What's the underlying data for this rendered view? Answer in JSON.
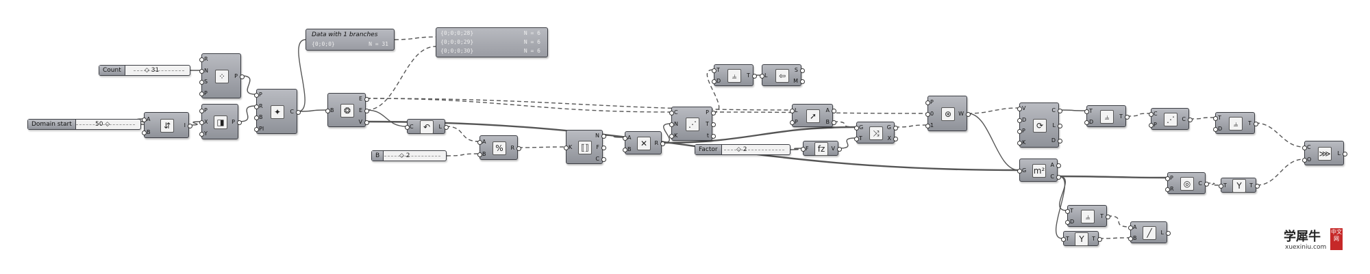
{
  "sliders": {
    "count": {
      "label": "Count",
      "value": "◇ 31"
    },
    "domain_start": {
      "label": "Domain start",
      "value": "50 ◇"
    },
    "b": {
      "label": "B",
      "value": "◇ 2"
    },
    "factor": {
      "label": "Factor",
      "value": "◇ 2"
    }
  },
  "panels": {
    "data": {
      "title": "Data with 1 branches",
      "path": "{0;0;0}",
      "count": "N = 31"
    },
    "tree": {
      "rows": [
        {
          "path": "{0;0;0;28}",
          "n": "N = 6"
        },
        {
          "path": "{0;0;0;29}",
          "n": "N = 6"
        },
        {
          "path": "{0;0;0;30}",
          "n": "N = 6"
        }
      ]
    }
  },
  "components": [
    {
      "id": "c_range",
      "icon": "⇵",
      "inputs": [
        "A",
        "B"
      ],
      "outputs": [
        "I"
      ]
    },
    {
      "id": "c_random",
      "icon": "⁘",
      "inputs": [
        "R",
        "N",
        "S",
        "P"
      ],
      "outputs": [
        "P"
      ]
    },
    {
      "id": "c_construct",
      "icon": "◨",
      "inputs": [
        "P",
        "X",
        "Y"
      ],
      "outputs": [
        "P"
      ]
    },
    {
      "id": "c_interp",
      "icon": "✦",
      "inputs": [
        "P",
        "R",
        "B",
        "PI"
      ],
      "outputs": [
        "C"
      ]
    },
    {
      "id": "c_explode",
      "icon": "❂",
      "inputs": [
        "B"
      ],
      "outputs": [
        "E",
        "E",
        "V"
      ]
    },
    {
      "id": "c_length",
      "icon": "↶",
      "inputs": [
        "C"
      ],
      "outputs": [
        "L"
      ]
    },
    {
      "id": "c_divide",
      "icon": "%",
      "inputs": [
        "A",
        "B"
      ],
      "outputs": [
        "R"
      ]
    },
    {
      "id": "c_series",
      "icon": "⟦⟧",
      "inputs": [
        "K"
      ],
      "outputs": [
        "N",
        "F",
        "C"
      ]
    },
    {
      "id": "c_mult",
      "icon": "✕",
      "inputs": [
        "A",
        "B"
      ],
      "outputs": [
        "R"
      ]
    },
    {
      "id": "c_divcrv",
      "icon": "⋰",
      "inputs": [
        "C",
        "N",
        "K"
      ],
      "outputs": [
        "P",
        "T",
        "t"
      ]
    },
    {
      "id": "c_tree1",
      "icon": "⫨",
      "inputs": [
        "T",
        "D"
      ],
      "outputs": [
        "T"
      ]
    },
    {
      "id": "c_list",
      "icon": "⇦",
      "inputs": [
        "L"
      ],
      "outputs": [
        "S",
        "M"
      ]
    },
    {
      "id": "c_closest",
      "icon": "➚",
      "inputs": [
        "L",
        "P"
      ],
      "outputs": [
        "A",
        "B"
      ]
    },
    {
      "id": "c_fx",
      "icon": "fz",
      "inputs": [
        "F"
      ],
      "outputs": [
        "V"
      ]
    },
    {
      "id": "c_graph",
      "icon": "⤨",
      "inputs": [
        "G",
        "T"
      ],
      "outputs": [
        "G",
        "X"
      ]
    },
    {
      "id": "c_weave",
      "icon": "⊛",
      "inputs": [
        "P",
        "0",
        "1"
      ],
      "outputs": [
        "W"
      ]
    },
    {
      "id": "c_loop",
      "icon": "⟳",
      "inputs": [
        "V",
        "D",
        "P",
        "K"
      ],
      "outputs": [
        "C",
        "L",
        "D"
      ]
    },
    {
      "id": "c_area",
      "icon": "m²",
      "inputs": [
        "G"
      ],
      "outputs": [
        "A",
        "C"
      ]
    },
    {
      "id": "c_tree2",
      "icon": "⫨",
      "inputs": [
        "T",
        "D"
      ],
      "outputs": [
        "T"
      ]
    },
    {
      "id": "c_crv2",
      "icon": "⋰",
      "inputs": [
        "C",
        "P"
      ],
      "outputs": [
        "C"
      ]
    },
    {
      "id": "c_tree3",
      "icon": "⫨",
      "inputs": [
        "T",
        "D"
      ],
      "outputs": [
        "T"
      ]
    },
    {
      "id": "c_join",
      "icon": "⋙",
      "inputs": [
        "C",
        "O"
      ],
      "outputs": [
        "L"
      ]
    },
    {
      "id": "c_pipe",
      "icon": "◎",
      "inputs": [
        "P",
        "R"
      ],
      "outputs": [
        "C"
      ]
    },
    {
      "id": "c_shift1",
      "icon": "Y",
      "inputs": [
        "T"
      ],
      "outputs": [
        "T"
      ]
    },
    {
      "id": "c_tree4",
      "icon": "⫨",
      "inputs": [
        "T",
        "D"
      ],
      "outputs": [
        "T"
      ]
    },
    {
      "id": "c_shift2",
      "icon": "Y",
      "inputs": [
        "T"
      ],
      "outputs": [
        "T"
      ]
    },
    {
      "id": "c_line",
      "icon": "╱",
      "inputs": [
        "A",
        "B"
      ],
      "outputs": [
        "L"
      ]
    }
  ],
  "watermark": {
    "text": "学犀牛",
    "sub": "xuexiniu.com",
    "seal": "中文网"
  }
}
